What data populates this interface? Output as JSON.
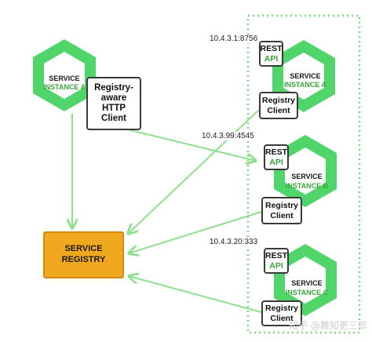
{
  "colors": {
    "hex_green": "#4fd56a",
    "arrow_green": "#8ee08f",
    "registry_orange": "#f0a81e",
    "dotted_border": "#7ed97e"
  },
  "client_instance": {
    "service_label": "SERVICE",
    "instance_label": "INSTANCE A",
    "http_client": [
      "Registry-",
      "aware",
      "HTTP",
      "Client"
    ]
  },
  "instances": [
    {
      "ip": "10.4.3.1:8756",
      "service_label": "SERVICE",
      "instance_label": "INSTANCE A",
      "rest": "REST",
      "api": "API",
      "client": [
        "Registry",
        "Client"
      ]
    },
    {
      "ip": "10.4.3.99:4545",
      "service_label": "SERVICE",
      "instance_label": "INSTANCE B",
      "rest": "REST",
      "api": "API",
      "client": [
        "Registry",
        "Client"
      ]
    },
    {
      "ip": "10.4.3.20:333",
      "service_label": "SERVICE",
      "instance_label": "INSTANCE C",
      "rest": "REST",
      "api": "API",
      "client": [
        "Registry",
        "Client"
      ]
    }
  ],
  "registry": {
    "line1": "SERVICE",
    "line2": "REGISTRY"
  },
  "watermark": "知乎 @舞知更三郎"
}
